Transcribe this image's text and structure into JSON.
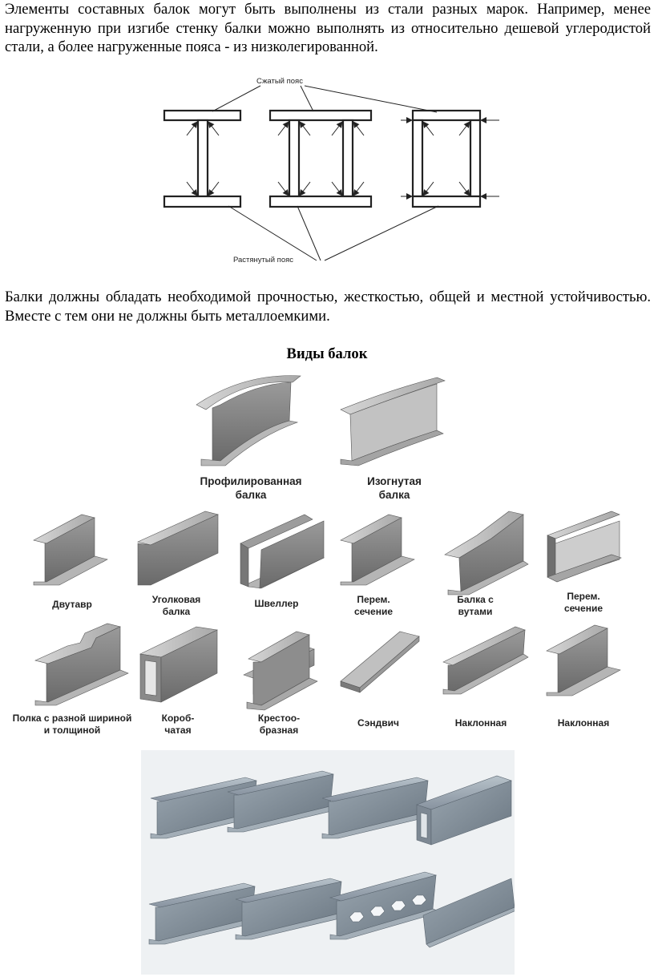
{
  "paragraph1": "Элементы составных балок могут быть выполнены из стали разных марок. Например, менее нагруженную при изгибе стенку балки можно выполнять из относительно дешевой углеродистой стали, а более нагруженные пояса - из низколегированной.",
  "diagram": {
    "label_compressed": "Сжатый пояс",
    "label_tension": "Растянутый пояс"
  },
  "paragraph2": "Балки должны обладать необходимой прочностью, жесткостью, общей и местной устойчивостью. Вместе с тем они не должны быть металлоемкими.",
  "heading": "Виды балок",
  "beam_types": {
    "top": [
      {
        "line1": "Профилированная",
        "line2": "балка"
      },
      {
        "line1": "Изогнутая",
        "line2": "балка"
      }
    ],
    "row1": [
      {
        "line1": "Двутавр",
        "line2": ""
      },
      {
        "line1": "Уголковая",
        "line2": "балка"
      },
      {
        "line1": "Швеллер",
        "line2": ""
      },
      {
        "line1": "Перем.",
        "line2": "сечение"
      },
      {
        "line1": "Балка с",
        "line2": "вутами"
      },
      {
        "line1": "Перем.",
        "line2": "сечение"
      }
    ],
    "row2": [
      {
        "line1": "Полка с разной шириной",
        "line2": "и толщиной"
      },
      {
        "line1": "Короб-",
        "line2": "чатая"
      },
      {
        "line1": "Крестоо-",
        "line2": "бразная"
      },
      {
        "line1": "Сэндвич",
        "line2": ""
      },
      {
        "line1": "Наклонная",
        "line2": ""
      },
      {
        "line1": "Наклонная",
        "line2": ""
      }
    ]
  },
  "colors": {
    "beam_gray": "#8e8e8e",
    "beam_light": "#c9c9c9",
    "beam_dark": "#5a5a5a",
    "photo_bg": "#eef1f3",
    "steel": "#7e8a94"
  }
}
